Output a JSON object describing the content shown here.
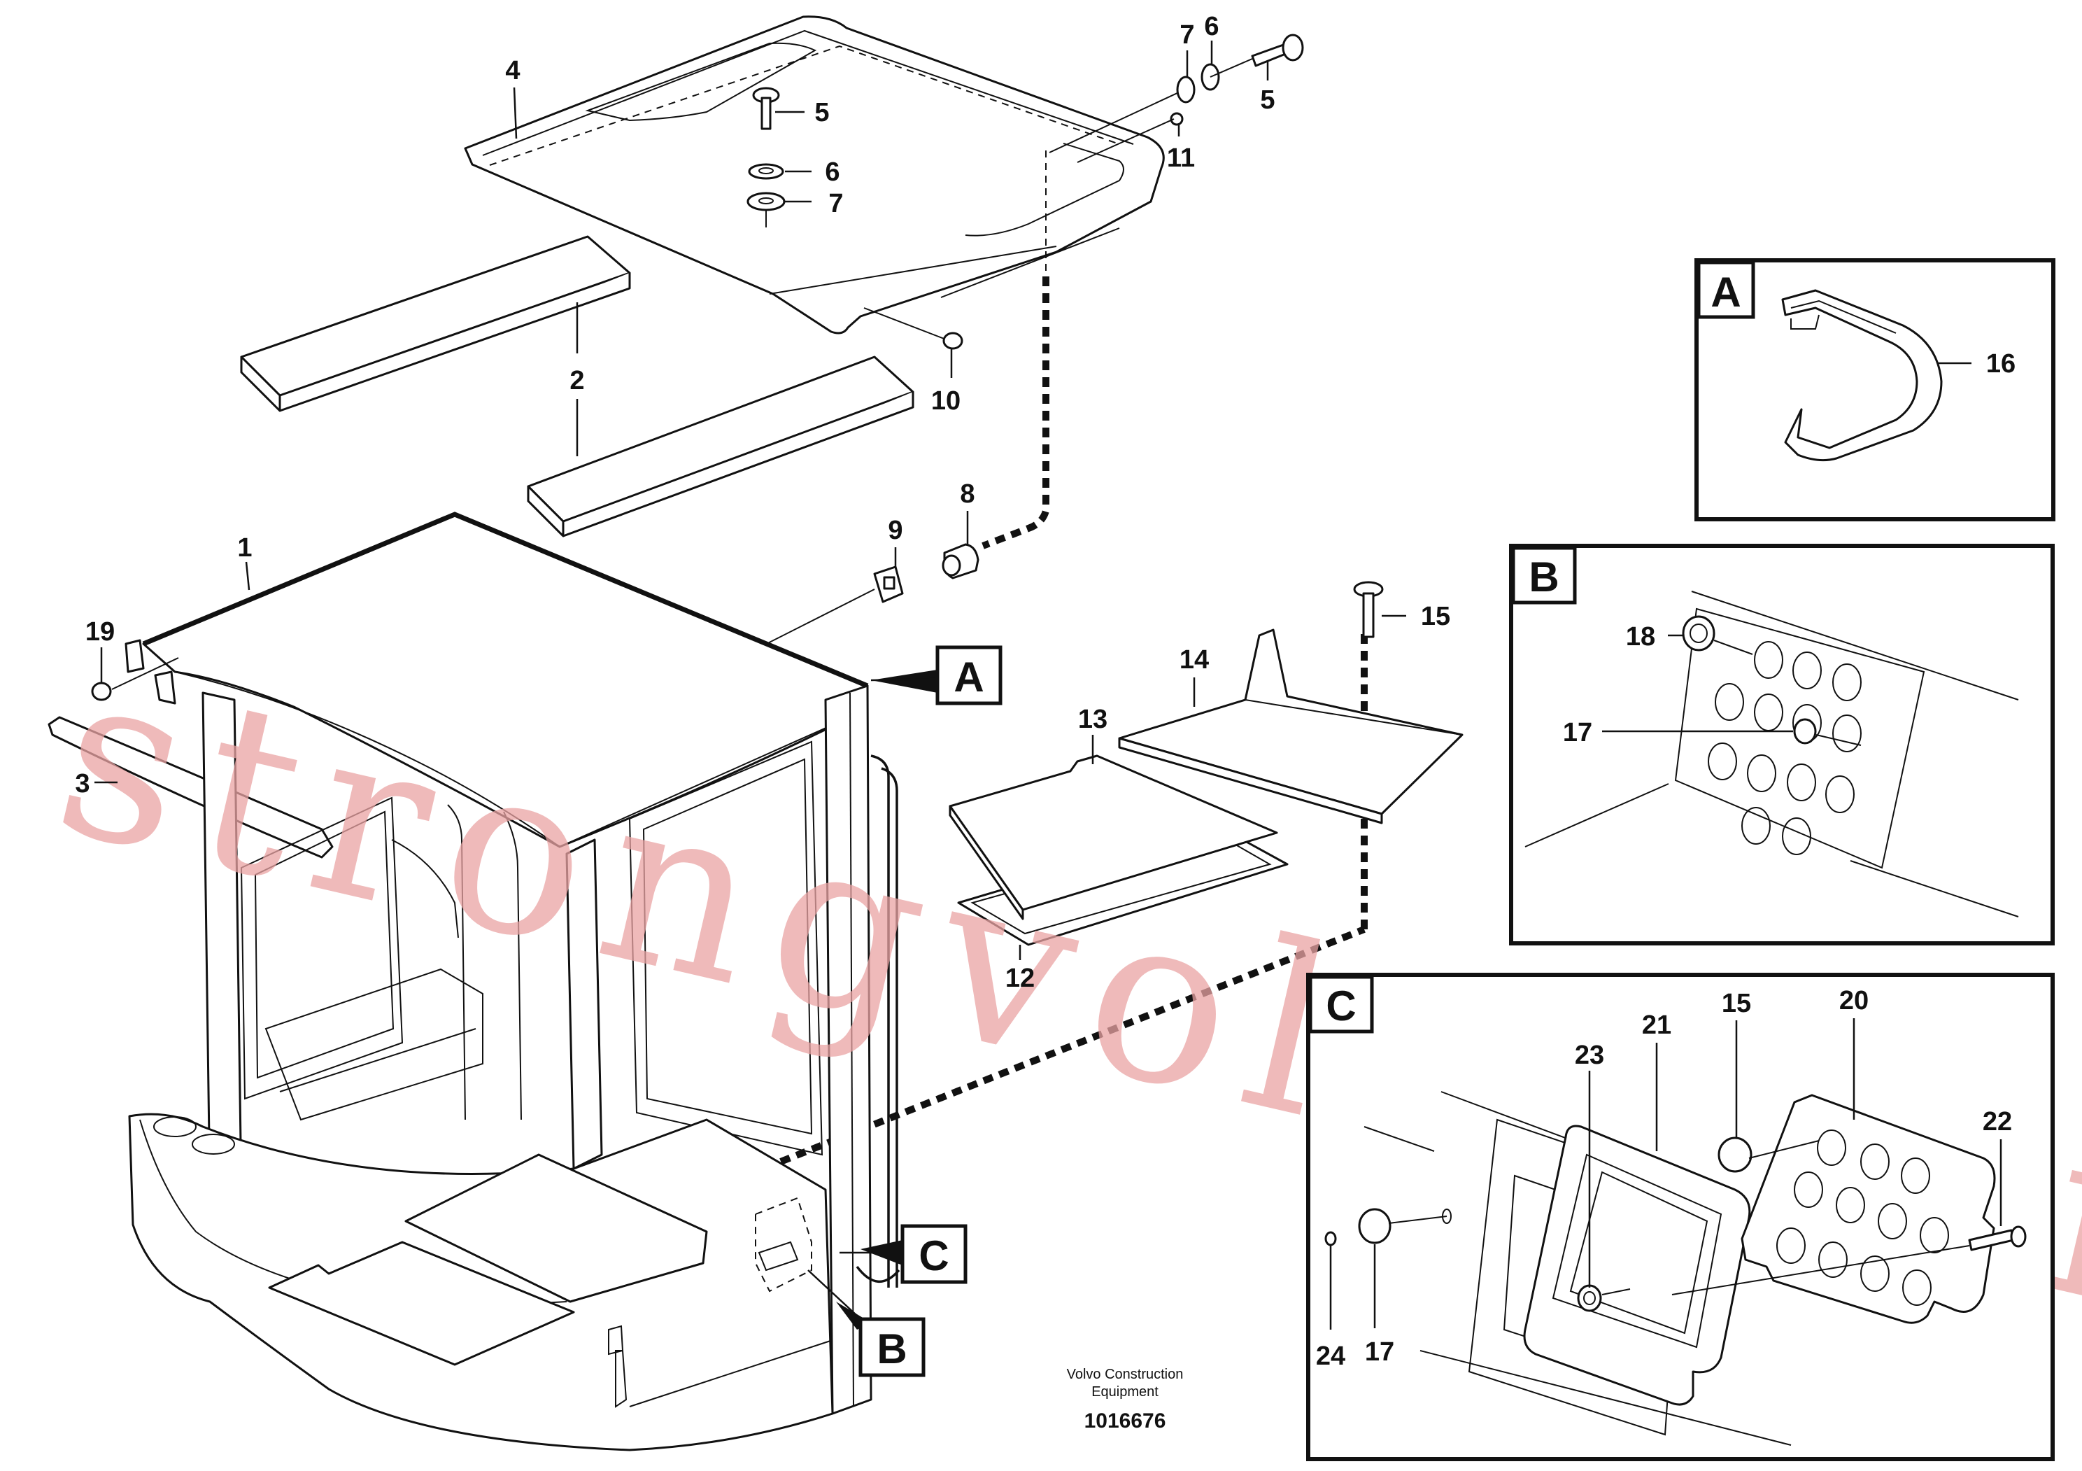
{
  "diagram": {
    "callouts": {
      "c1": "1",
      "c2": "2",
      "c3": "3",
      "c4": "4",
      "c5a": "5",
      "c5b": "5",
      "c6a": "6",
      "c6b": "6",
      "c7a": "7",
      "c7b": "7",
      "c8": "8",
      "c9": "9",
      "c10": "10",
      "c11": "11",
      "c12": "12",
      "c13": "13",
      "c14": "14",
      "c15": "15",
      "c19": "19"
    },
    "pointer_labels": {
      "a": "A",
      "b": "B",
      "c": "C"
    },
    "details": {
      "a": {
        "letter": "A",
        "callouts": {
          "c16": "16"
        }
      },
      "b": {
        "letter": "B",
        "callouts": {
          "c17": "17",
          "c18": "18"
        }
      },
      "c": {
        "letter": "C",
        "callouts": {
          "c15": "15",
          "c17": "17",
          "c20": "20",
          "c21": "21",
          "c22": "22",
          "c23": "23",
          "c24": "24"
        }
      }
    },
    "footer": {
      "company_line1": "Volvo Construction",
      "company_line2": "Equipment",
      "doc_number": "1016676"
    },
    "watermark": "strongvolvo.com"
  },
  "colors": {
    "line": "#111111",
    "background": "#ffffff",
    "watermark": "#e9a3a3"
  }
}
